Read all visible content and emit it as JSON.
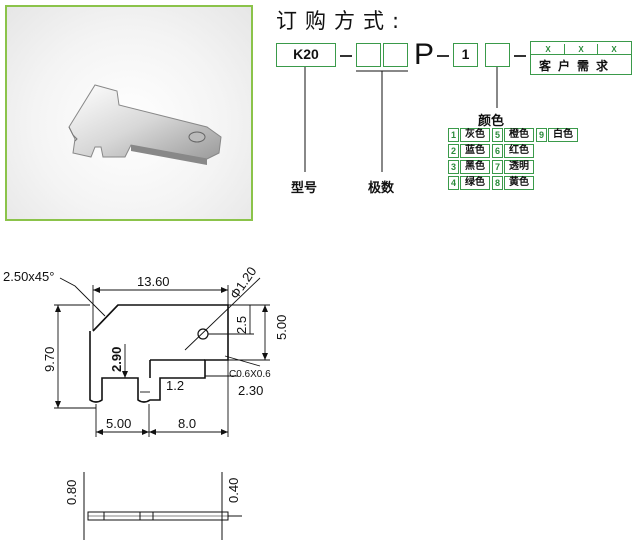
{
  "order": {
    "title": "订购方式:",
    "model_code": "K20",
    "p_letter": "P",
    "digit": "1",
    "custom_marks": [
      "X",
      "X",
      "X"
    ],
    "custom_label": "客户需求",
    "labels": {
      "model": "型号",
      "poles": "极数",
      "color_title": "颜色"
    }
  },
  "colors": [
    {
      "num": "1",
      "name": "灰色"
    },
    {
      "num": "2",
      "name": "蓝色"
    },
    {
      "num": "3",
      "name": "黑色"
    },
    {
      "num": "4",
      "name": "绿色"
    },
    {
      "num": "5",
      "name": "橙色"
    },
    {
      "num": "6",
      "name": "红色"
    },
    {
      "num": "7",
      "name": "透明"
    },
    {
      "num": "8",
      "name": "黄色"
    },
    {
      "num": "9",
      "name": "白色"
    }
  ],
  "dims": {
    "chamfer": "2.50x45°",
    "width": "13.60",
    "hole": "Φ1.20",
    "height": "9.70",
    "slot": "2.90",
    "tab_gap": "1.2",
    "left_w": "5.00",
    "right_w": "8.0",
    "small_h": "2.5",
    "right_h": "5.00",
    "corner": "C0.6X0.6",
    "right_off": "2.30",
    "thick1": "0.80",
    "thick2": "0.40"
  },
  "accent_color": "#3a9a4a",
  "frame_color": "#8bc34a"
}
